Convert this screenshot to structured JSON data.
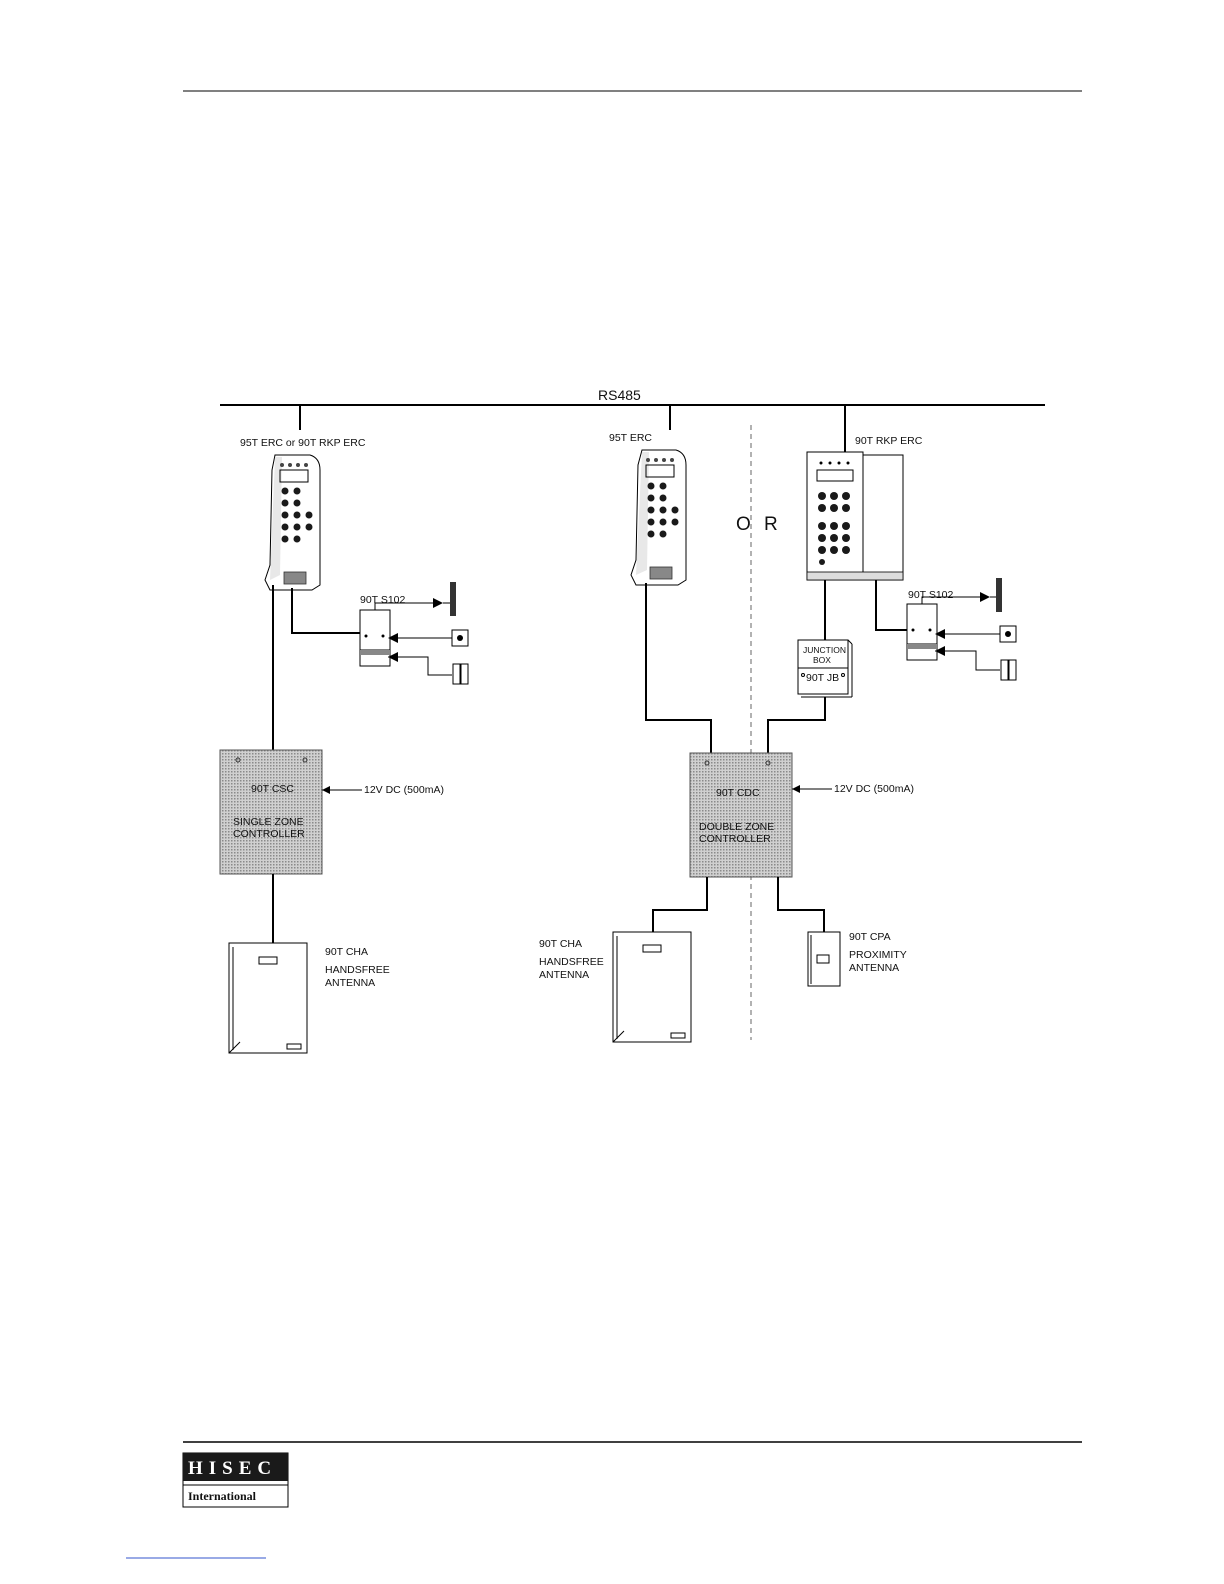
{
  "bus_label": "RS485",
  "or_label": "O R",
  "left_zone": {
    "reader_label": "95T ERC or 90T RKP ERC",
    "interface_label": "90T S102",
    "controller_model": "90T CSC",
    "controller_line1": "SINGLE ZONE",
    "controller_line2": "CONTROLLER",
    "power_label": "12V DC (500mA)",
    "antenna_model": "90T CHA",
    "antenna_line1": "HANDSFREE",
    "antenna_line2": "ANTENNA"
  },
  "right_zone": {
    "reader_a_label": "95T ERC",
    "reader_b_label": "90T RKP ERC",
    "interface_label": "90T S102",
    "junction_line1": "JUNCTION",
    "junction_line2": "BOX",
    "junction_model": "90T JB",
    "controller_model": "90T CDC",
    "controller_line1": "DOUBLE ZONE",
    "controller_line2": "CONTROLLER",
    "power_label": "12V DC (500mA)",
    "antenna_model": "90T CHA",
    "antenna_line1": "HANDSFREE",
    "antenna_line2": "ANTENNA",
    "prox_model": "90T CPA",
    "prox_line1": "PROXIMITY",
    "prox_line2": "ANTENNA"
  },
  "logo": {
    "top": "HISEC",
    "bottom": "International"
  },
  "colors": {
    "ink": "#000000",
    "controller_fill": "#b8b8b8"
  }
}
